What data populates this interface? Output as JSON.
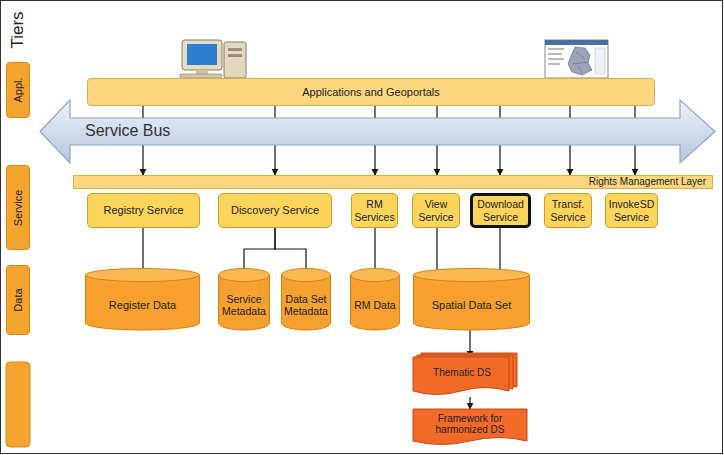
{
  "diagram": {
    "nodes": [
      {
        "text": [
          "Appl."
        ]
      },
      {
        "text": [
          "Applications and Geoportals"
        ]
      },
      {
        "text": [
          "Service Bus"
        ]
      },
      {
        "text": [
          "Service"
        ]
      },
      {
        "text": [
          "Rights Management Layer"
        ]
      },
      {
        "text": [
          "Registry Service"
        ]
      },
      {
        "text": [
          "Discovery Service"
        ]
      },
      {
        "text": [
          "RM Services"
        ]
      },
      {
        "text": [
          "View Service"
        ]
      },
      {
        "text": [
          "Download Service"
        ]
      },
      {
        "text": [
          "Transf. Service"
        ]
      },
      {
        "text": [
          "InvokeSD Service"
        ]
      },
      {
        "text": [
          "Data"
        ]
      },
      {
        "text": [
          "Register Data"
        ]
      },
      {
        "text": [
          "Service Metadata"
        ]
      },
      {
        "text": [
          "Data Set Metadata"
        ]
      },
      {
        "text": [
          "RM Data"
        ]
      },
      {
        "text": [
          "Spatial Data Set"
        ]
      },
      {
        "text": [
          "Thematic DS"
        ]
      },
      {
        "text": [
          "Framework for harmonized DS"
        ]
      }
    ],
    "edges": [
      {
        "from": 1,
        "to": 2,
        "arrow": "none"
      },
      {
        "from": 1,
        "to": 2,
        "arrow": "none"
      },
      {
        "from": 1,
        "to": 2,
        "arrow": "none"
      },
      {
        "from": 1,
        "to": 2,
        "arrow": "none"
      },
      {
        "from": 1,
        "to": 2,
        "arrow": "none"
      },
      {
        "from": 1,
        "to": 2,
        "arrow": "none"
      },
      {
        "from": 1,
        "to": 2,
        "arrow": "none"
      },
      {
        "from": 2,
        "to": 4,
        "arrow": "to"
      },
      {
        "from": 2,
        "to": 4,
        "arrow": "to"
      },
      {
        "from": 2,
        "to": 4,
        "arrow": "to"
      },
      {
        "from": 2,
        "to": 4,
        "arrow": "to"
      },
      {
        "from": 2,
        "to": 4,
        "arrow": "to"
      },
      {
        "from": 2,
        "to": 4,
        "arrow": "to"
      },
      {
        "from": 2,
        "to": 4,
        "arrow": "to"
      },
      {
        "from": 5,
        "to": 13,
        "arrow": "none"
      },
      {
        "from": 6,
        "to": 14,
        "arrow": "none"
      },
      {
        "from": 6,
        "to": 15,
        "arrow": "none"
      },
      {
        "from": 7,
        "to": 16,
        "arrow": "none"
      },
      {
        "from": 8,
        "to": 17,
        "arrow": "none"
      },
      {
        "from": 9,
        "to": 17,
        "arrow": "none"
      },
      {
        "from": 17,
        "to": 18,
        "arrow": "to"
      },
      {
        "from": 18,
        "to": 19,
        "arrow": "to"
      }
    ],
    "labels": [
      "Tiers"
    ]
  }
}
